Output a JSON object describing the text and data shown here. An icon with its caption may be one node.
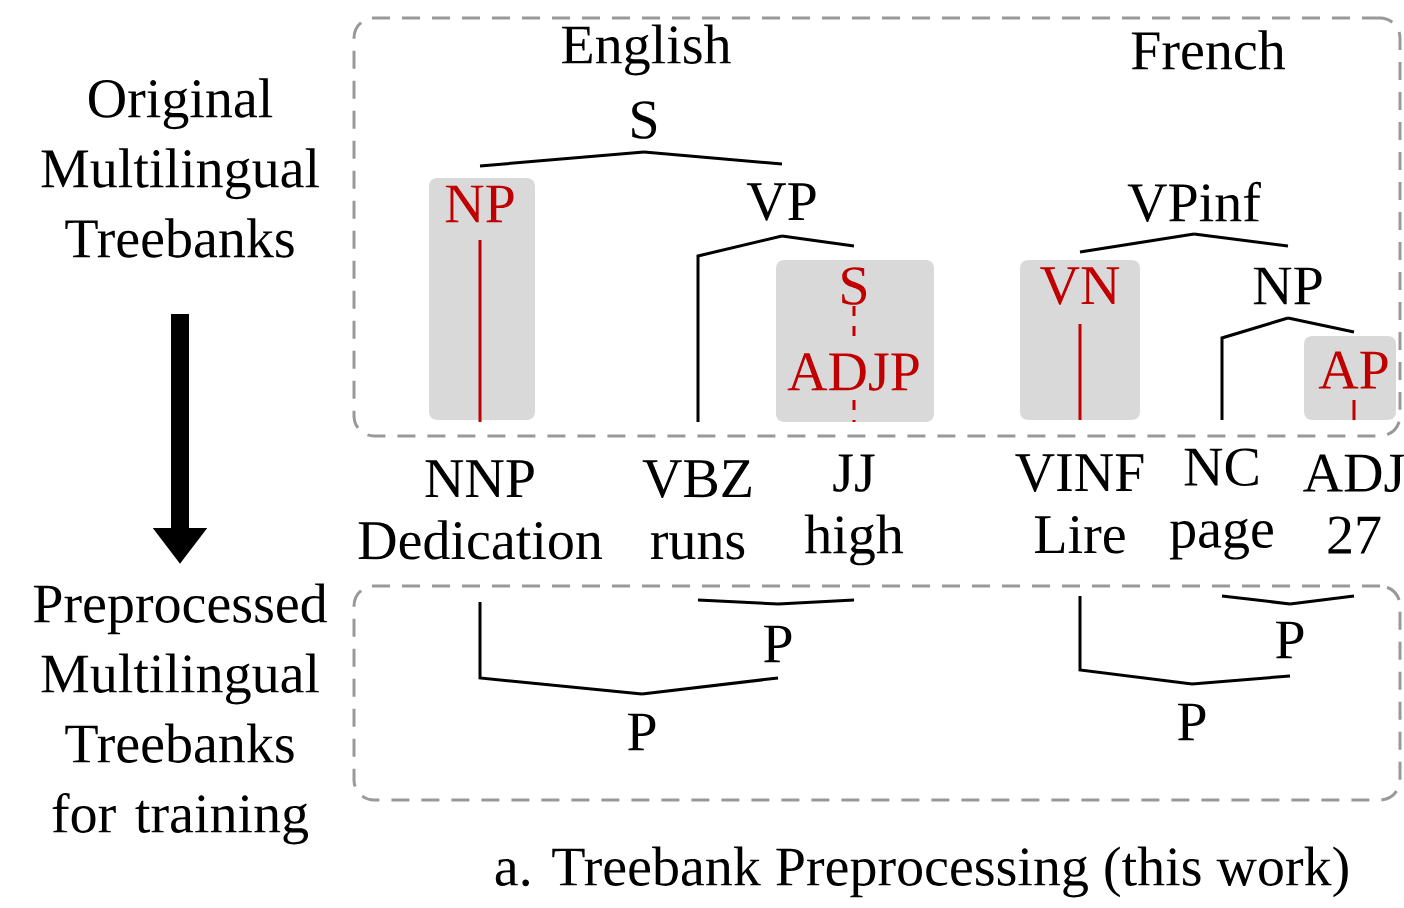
{
  "diagram": {
    "caption": "a. Treebank Preprocessing (this work)",
    "nodes": [
      {
        "text": [
          "Original Multilingual Treebanks"
        ]
      },
      {
        "text": [
          "Preprocessed Multilingual Treebanks for training"
        ]
      },
      {
        "text": [],
        "shape": "box"
      },
      {
        "text": [],
        "shape": "box"
      },
      {
        "text": [
          "S"
        ],
        "in": 2
      },
      {
        "text": [],
        "shape": "box",
        "in": 2
      },
      {
        "text": [
          "NP"
        ],
        "in": 5
      },
      {
        "text": [
          "VP"
        ],
        "in": 2
      },
      {
        "text": [],
        "shape": "box",
        "in": 2
      },
      {
        "text": [
          "S"
        ],
        "in": 8
      },
      {
        "text": [
          "ADJP"
        ],
        "in": 8
      },
      {
        "text": [
          "VPinf"
        ],
        "in": 2
      },
      {
        "text": [],
        "shape": "box",
        "in": 2
      },
      {
        "text": [
          "VN"
        ],
        "in": 12
      },
      {
        "text": [
          "NP"
        ],
        "in": 2
      },
      {
        "text": [],
        "shape": "box",
        "in": 2
      },
      {
        "text": [
          "AP"
        ],
        "in": 15
      },
      {
        "text": [
          "NNP",
          "Dedication"
        ]
      },
      {
        "text": [
          "VBZ",
          "runs"
        ]
      },
      {
        "text": [
          "JJ",
          "high"
        ]
      },
      {
        "text": [
          "VINF",
          "Lire"
        ]
      },
      {
        "text": [
          "NC",
          "page"
        ]
      },
      {
        "text": [
          "ADJ",
          "27"
        ]
      },
      {
        "text": [
          "P"
        ],
        "in": 3
      },
      {
        "text": [
          "P"
        ],
        "in": 3
      },
      {
        "text": [
          "P"
        ],
        "in": 3
      },
      {
        "text": [
          "P"
        ],
        "in": 3
      }
    ],
    "edges": [
      {
        "from": 0,
        "to": 1,
        "arrow": "to",
        "style": "thick"
      },
      {
        "from": 4,
        "to": 6,
        "arrow": "none"
      },
      {
        "from": 4,
        "to": 7,
        "arrow": "none"
      },
      {
        "from": 7,
        "to": 18,
        "arrow": "none"
      },
      {
        "from": 7,
        "to": 9,
        "arrow": "none"
      },
      {
        "from": 9,
        "to": 10,
        "arrow": "none",
        "style": "dashed",
        "color": "#c00000"
      },
      {
        "from": 10,
        "to": 19,
        "arrow": "none",
        "style": "dashed",
        "color": "#c00000"
      },
      {
        "from": 6,
        "to": 17,
        "arrow": "none",
        "color": "#c00000"
      },
      {
        "from": 11,
        "to": 13,
        "arrow": "none"
      },
      {
        "from": 11,
        "to": 14,
        "arrow": "none"
      },
      {
        "from": 14,
        "to": 21,
        "arrow": "none"
      },
      {
        "from": 14,
        "to": 16,
        "arrow": "none"
      },
      {
        "from": 13,
        "to": 20,
        "arrow": "none",
        "color": "#c00000"
      },
      {
        "from": 16,
        "to": 22,
        "arrow": "none",
        "color": "#c00000"
      },
      {
        "from": 23,
        "to": 18,
        "arrow": "none"
      },
      {
        "from": 23,
        "to": 19,
        "arrow": "none"
      },
      {
        "from": 24,
        "to": 17,
        "arrow": "none"
      },
      {
        "from": 24,
        "to": 23,
        "arrow": "none"
      },
      {
        "from": 25,
        "to": 21,
        "arrow": "none"
      },
      {
        "from": 25,
        "to": 22,
        "arrow": "none"
      },
      {
        "from": 26,
        "to": 20,
        "arrow": "none"
      },
      {
        "from": 26,
        "to": 25,
        "arrow": "none"
      }
    ],
    "labels": [
      "English",
      "French"
    ]
  }
}
